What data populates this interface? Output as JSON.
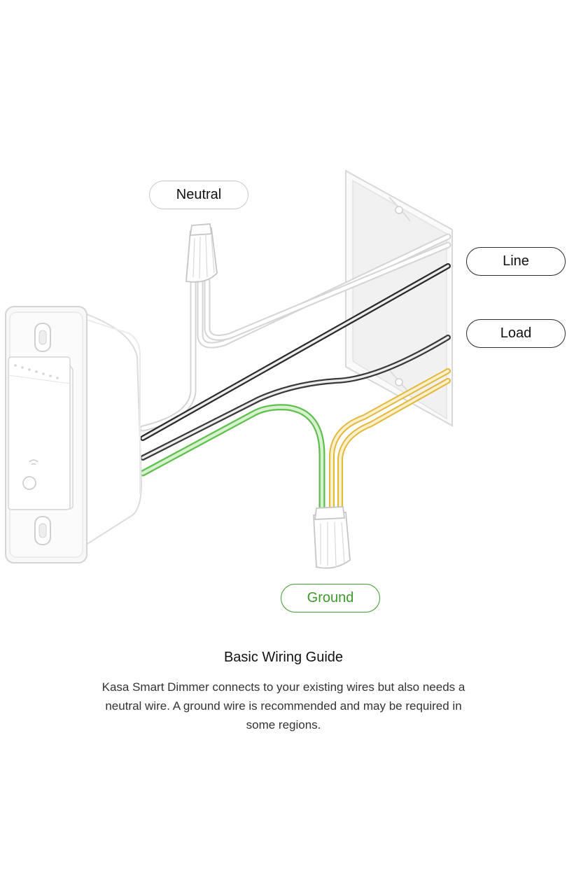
{
  "labels": {
    "neutral": "Neutral",
    "line": "Line",
    "load": "Load",
    "ground": "Ground"
  },
  "guide": {
    "title": "Basic Wiring Guide",
    "description": "Kasa Smart Dimmer connects to your existing wires but also needs a neutral wire. A ground wire is recommended and may be required in some regions."
  },
  "colors": {
    "ground_accent": "#3e9a2a",
    "line_wire": "#2b2b2b",
    "load_wire": "#3a3a3a",
    "neutral_wire": "#dddddd",
    "ground_wire": "#8ad27b",
    "yellow_wire": "#e9c55b"
  }
}
